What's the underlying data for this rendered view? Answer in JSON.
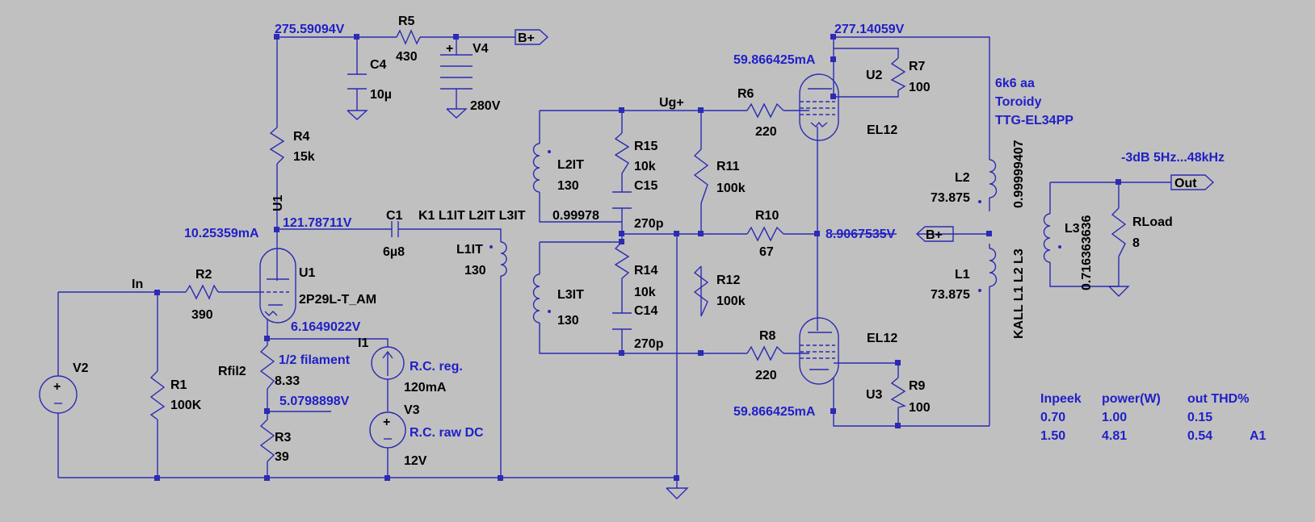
{
  "nets": {
    "v_plate_top": "275.59094V",
    "v_plate_u2": "277.14059V",
    "i_u2": "59.866425mA",
    "i_u3": "59.866425mA",
    "i_u1": "10.25359mA",
    "v_u1_plate": "121.78711V",
    "v_u1_cathode": "6.1649022V",
    "v_mid_fil": "5.0798898V",
    "v_bplus_ct": "8.9067535V",
    "ug_label": "Ug+",
    "in_label": "In",
    "bplus_flag": "B+",
    "out_flag": "Out"
  },
  "parts": {
    "R5": {
      "name": "R5",
      "value": "430"
    },
    "V4": {
      "name": "V4",
      "value": "280V"
    },
    "C4": {
      "name": "C4",
      "value": "10µ"
    },
    "R4": {
      "name": "R4",
      "value": "15k"
    },
    "U1tag": "U1",
    "C1": {
      "name": "C1",
      "value": "6µ8"
    },
    "U1": {
      "name": "U1",
      "model": "2P29L-T_AM"
    },
    "R2": {
      "name": "R2",
      "value": "390"
    },
    "R1": {
      "name": "R1",
      "value": "100K"
    },
    "V2": {
      "name": "V2"
    },
    "Rfil2": {
      "name": "Rfil2",
      "value": "8.33",
      "note": "1/2 filament"
    },
    "R3": {
      "name": "R3",
      "value": "39"
    },
    "I1": {
      "name": "I1",
      "value": "120mA",
      "note": "R.C. reg."
    },
    "V3": {
      "name": "V3",
      "value": "12V",
      "note": "R.C. raw DC"
    },
    "L1IT": {
      "name": "L1IT",
      "value": "130"
    },
    "L2IT": {
      "name": "L2IT",
      "value": "130"
    },
    "L3IT": {
      "name": "L3IT",
      "value": "130"
    },
    "K1": "K1 L1IT L2IT L3IT",
    "K1val": "0.99978",
    "R15": {
      "name": "R15",
      "value": "10k"
    },
    "C15": {
      "name": "C15",
      "value": "270p"
    },
    "R14": {
      "name": "R14",
      "value": "10k"
    },
    "C14": {
      "name": "C14",
      "value": "270p"
    },
    "R11": {
      "name": "R11",
      "value": "100k"
    },
    "R12": {
      "name": "R12",
      "value": "100k"
    },
    "R10": {
      "name": "R10",
      "value": "67"
    },
    "R6": {
      "name": "R6",
      "value": "220"
    },
    "R8": {
      "name": "R8",
      "value": "220"
    },
    "U2": {
      "name": "U2",
      "model": "EL12"
    },
    "U3": {
      "name": "U3",
      "model": "EL12"
    },
    "R7": {
      "name": "R7",
      "value": "100"
    },
    "R9": {
      "name": "R9",
      "value": "100"
    },
    "L1": {
      "name": "L1",
      "value": "73.875"
    },
    "L2": {
      "name": "L2",
      "value": "73.875"
    },
    "L3": {
      "name": "L3",
      "value": "0.716363636"
    },
    "Kall": "KALL L1 L2 L3",
    "KallVal": "0.99999407",
    "RLoad": {
      "name": "RLoad",
      "value": "8"
    }
  },
  "notes": {
    "transformer": [
      "6k6 aa",
      "Toroidy",
      "TTG-EL34PP"
    ],
    "bandwidth": "-3dB 5Hz...48kHz"
  },
  "table": {
    "headers": [
      "Inpeek",
      "power(W)",
      "out THD%"
    ],
    "rows": [
      [
        "0.70",
        "1.00",
        "0.15"
      ],
      [
        "1.50",
        "4.81",
        "0.54"
      ]
    ],
    "tag": "A1"
  }
}
